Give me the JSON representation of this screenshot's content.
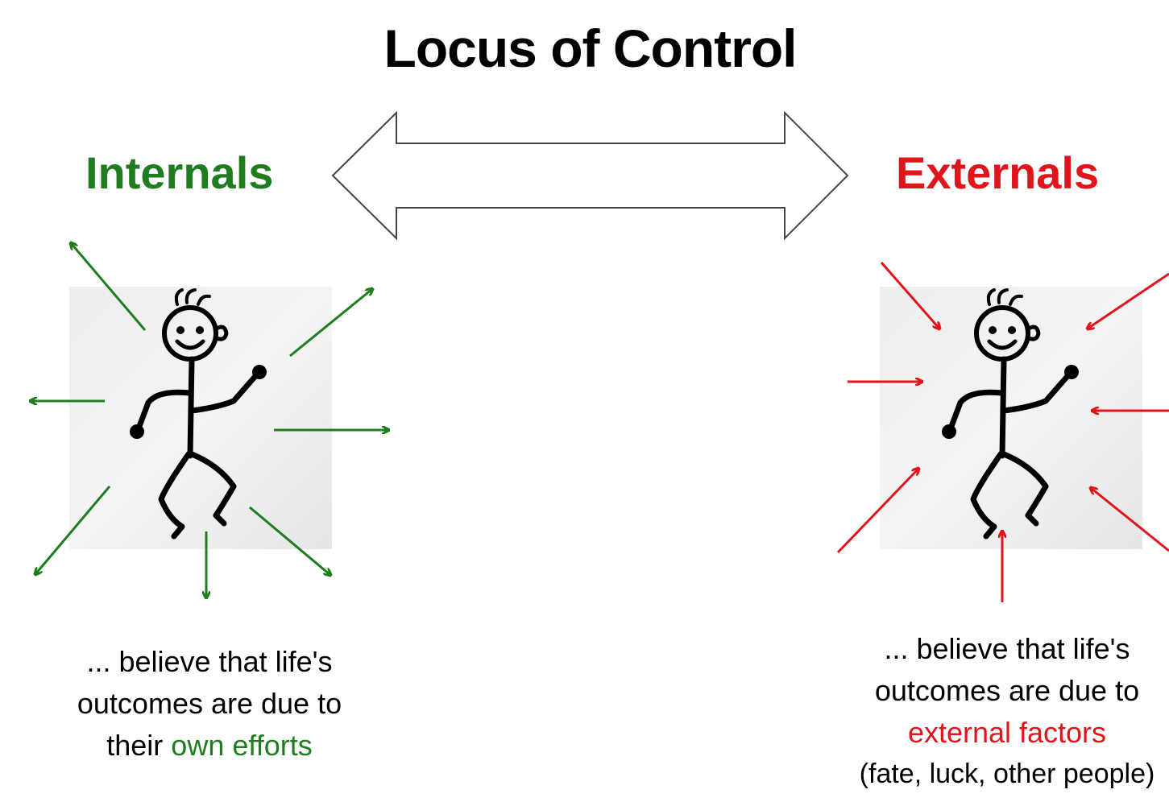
{
  "title": "Locus of Control",
  "internals": {
    "heading": "Internals",
    "caption_line1": "... believe that life's",
    "caption_line2": "outcomes are due to",
    "caption_line3_prefix": "their ",
    "caption_highlight": "own efforts",
    "color": "#1f7d1f"
  },
  "externals": {
    "heading": "Externals",
    "caption_line1": "... believe that life's",
    "caption_line2": "outcomes are due to",
    "caption_highlight": "external factors",
    "caption_note": "(fate, luck, other people)",
    "color": "#e0151c"
  },
  "icons": {
    "connector": "double-headed-arrow-icon",
    "figure": "stick-figure-icon"
  }
}
